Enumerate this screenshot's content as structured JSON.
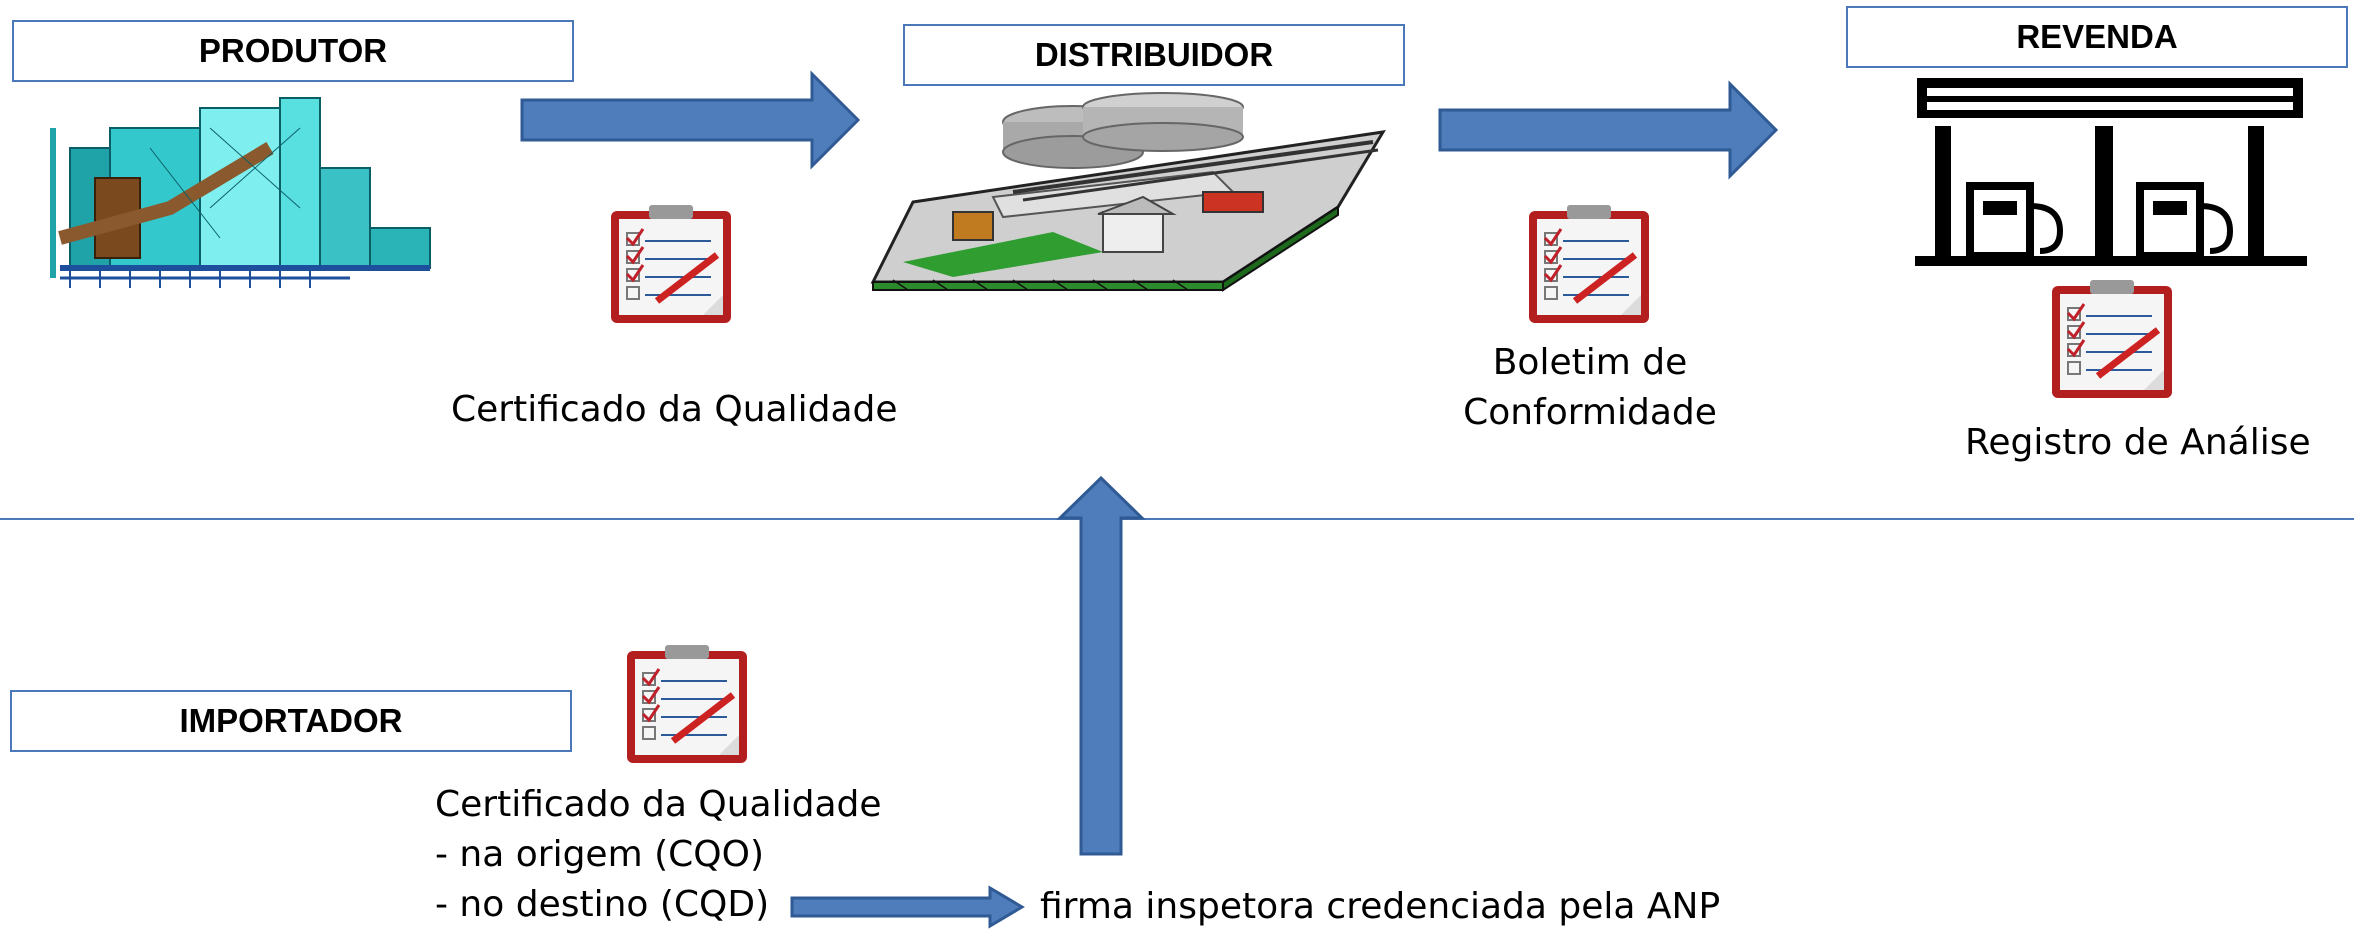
{
  "nodes": {
    "produtor": "PRODUTOR",
    "distribuidor": "DISTRIBUIDOR",
    "revenda": "REVENDA",
    "importador": "IMPORTADOR"
  },
  "captions": {
    "produtor_doc": "Certificado da Qualidade",
    "distribuidor_doc_line1": "Boletim de",
    "distribuidor_doc_line2": "Conformidade",
    "revenda_doc": "Registro de Análise",
    "importador_doc_line1": "Certificado da Qualidade",
    "importador_doc_line2": "- na origem  (CQO)",
    "importador_doc_line3": "-  no destino (CQD)",
    "inspetora": "firma inspetora credenciada pela ANP"
  },
  "colors": {
    "arrow_fill": "#4f7cba",
    "arrow_stroke": "#2f5a94",
    "box_border": "#4a78b8"
  },
  "icons": [
    "factory-icon",
    "distribution-terminal-icon",
    "gas-station-icon",
    "clipboard-checklist-icon"
  ]
}
